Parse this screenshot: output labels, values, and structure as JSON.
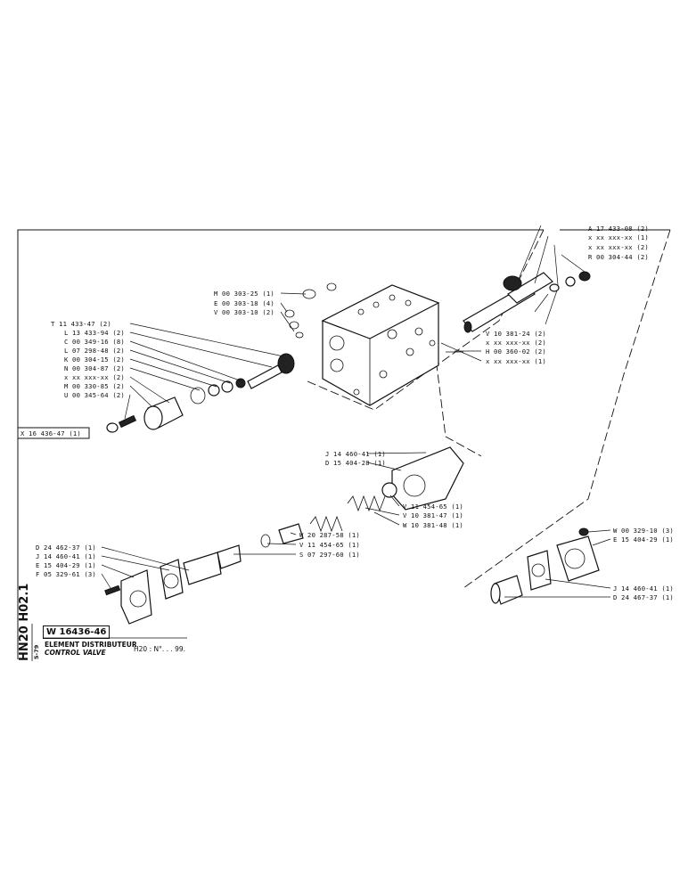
{
  "labels": {
    "top_right": [
      "A 17 433-08 (2)",
      "x xx xxx-xx (1)",
      "x xx xxx-xx (2)",
      "R 00 304-44 (2)"
    ],
    "right_mid": [
      "V 10 381-24 (2)",
      "x xx xxx-xx (2)",
      "H 00 360-02 (2)",
      "x xx xxx-xx (1)"
    ],
    "top_center": [
      "M 00 303-25 (1)",
      "E 00 303-18 (4)",
      "V 00 303-10 (2)"
    ],
    "left_stack": [
      "T 11 433-47 (2)",
      "L 13 433-94 (2)",
      "C 00 349-16 (8)",
      "L 07 298-48 (2)",
      "K 00 304-15 (2)",
      "N 00 304-87 (2)",
      "x xx xxx-xx (2)",
      "M 00 330-85 (2)",
      "U 00 345-64 (2)"
    ],
    "frame_label": "X 16 436-47 (1)",
    "mid_flange": [
      "J 14 460-41 (1)",
      "D 15 404-28 (1)"
    ],
    "mid_springs": [
      "V 11 454-65 (1)",
      "V 10 381-47 (1)",
      "W 10 381-48 (1)"
    ],
    "mid_lower": [
      "W 20 287-58 (1)",
      "V 11 454-65 (1)",
      "S 07 297-60 (1)"
    ],
    "lower_left": [
      "D 24 462-37 (1)",
      "J 14 460-41 (1)",
      "E 15 404-29 (1)",
      "F 05 329-61 (3)"
    ],
    "lower_right_top": [
      "W 00 329-10 (3)",
      "E 15 404-29 (1)"
    ],
    "lower_right_bottom": [
      "J 14 460-41 (1)",
      "D 24 467-37 (1)"
    ]
  },
  "title_block": {
    "doc_number": "W 16436-46",
    "line1": "ELEMENT DISTRIBUTEUR",
    "line2": "CONTROL VALVE",
    "serial": "H20 : N°. . . 99.",
    "side_code_1": "HN20 H02.1",
    "side_code_2": "5-79"
  }
}
